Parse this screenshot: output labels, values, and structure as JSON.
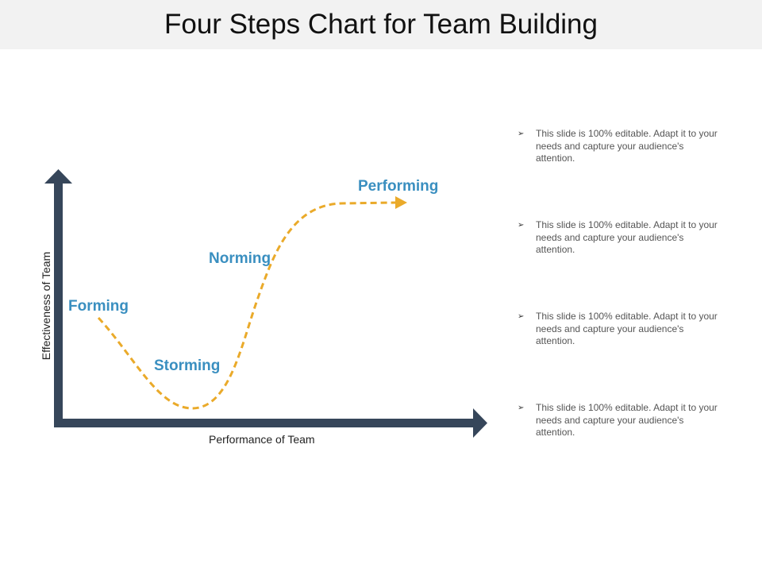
{
  "title": "Four Steps Chart for Team Building",
  "axes": {
    "x_label": "Performance of Team",
    "y_label": "Effectiveness of Team"
  },
  "stages": [
    "Forming",
    "Storming",
    "Norming",
    "Performing"
  ],
  "bullets": [
    "This slide is 100% editable. Adapt it to your needs and capture your audience's attention.",
    "This slide is 100% editable. Adapt it to your needs and capture your audience's attention.",
    "This slide is 100% editable. Adapt it to your needs and capture your audience's attention.",
    "This slide is 100% editable. Adapt it to your needs and capture your audience's attention."
  ],
  "colors": {
    "axis": "#36465a",
    "curve": "#eaaa2a",
    "stage": "#3a8fc0",
    "titlebar": "#f2f2f2"
  }
}
